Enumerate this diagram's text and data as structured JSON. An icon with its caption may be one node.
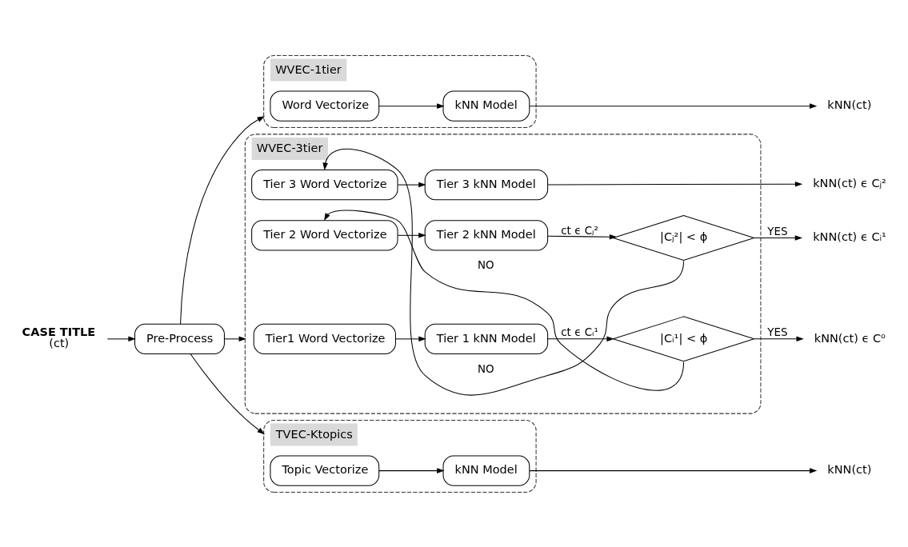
{
  "diagram": {
    "nodes": [
      {
        "text": [
          "CASE TITLE",
          "(ct)"
        ]
      },
      {
        "text": [
          "Pre-Process"
        ]
      },
      {
        "text": [
          "WVEC-1tier"
        ]
      },
      {
        "text": [
          "Word Vectorize"
        ],
        "in": 2
      },
      {
        "text": [
          "kNN Model"
        ],
        "in": 2
      },
      {
        "text": [
          "kNN(ct)"
        ]
      },
      {
        "text": [
          "WVEC-3tier"
        ]
      },
      {
        "text": [
          "Tier1 Word Vectorize"
        ],
        "in": 6
      },
      {
        "text": [
          "Tier 1 kNN Model"
        ],
        "in": 6
      },
      {
        "text": [
          "|Cᵢ¹| < ϕ"
        ],
        "in": 6
      },
      {
        "text": [
          "Tier 2 Word Vectorize"
        ],
        "in": 6
      },
      {
        "text": [
          "Tier 2 kNN Model"
        ],
        "in": 6
      },
      {
        "text": [
          "|Cⱼ²| < ϕ"
        ],
        "in": 6
      },
      {
        "text": [
          "Tier 3 Word Vectorize"
        ],
        "in": 6
      },
      {
        "text": [
          "Tier 3 kNN Model"
        ],
        "in": 6
      },
      {
        "text": [
          "kNN(ct) ϵ C⁰"
        ]
      },
      {
        "text": [
          "kNN(ct) ϵ Cᵢ¹"
        ]
      },
      {
        "text": [
          "kNN(ct) ϵ Cⱼ²"
        ]
      },
      {
        "text": [
          "TVEC-Ktopics"
        ]
      },
      {
        "text": [
          "Topic Vectorize"
        ],
        "in": 18
      },
      {
        "text": [
          "kNN Model"
        ],
        "in": 18
      },
      {
        "text": [
          "kNN(ct)"
        ]
      }
    ],
    "edges": [
      {
        "from": 0,
        "to": 1,
        "arrow": "to"
      },
      {
        "from": 1,
        "to": 2,
        "arrow": "to"
      },
      {
        "from": 1,
        "to": 6,
        "arrow": "to"
      },
      {
        "from": 1,
        "to": 18,
        "arrow": "to"
      },
      {
        "from": 3,
        "to": 4,
        "arrow": "to"
      },
      {
        "from": 4,
        "to": 5,
        "arrow": "to"
      },
      {
        "from": 7,
        "to": 8,
        "arrow": "to"
      },
      {
        "from": 8,
        "to": 9,
        "arrow": "to",
        "label": "ct ϵ Cᵢ¹"
      },
      {
        "from": 9,
        "to": 15,
        "arrow": "to",
        "label": "YES"
      },
      {
        "from": 9,
        "to": 10,
        "arrow": "to",
        "label": "NO"
      },
      {
        "from": 10,
        "to": 11,
        "arrow": "to"
      },
      {
        "from": 11,
        "to": 12,
        "arrow": "to",
        "label": "ct ϵ Cⱼ²"
      },
      {
        "from": 12,
        "to": 16,
        "arrow": "to",
        "label": "YES"
      },
      {
        "from": 12,
        "to": 13,
        "arrow": "to",
        "label": "NO"
      },
      {
        "from": 13,
        "to": 14,
        "arrow": "to"
      },
      {
        "from": 14,
        "to": 17,
        "arrow": "to"
      },
      {
        "from": 19,
        "to": 20,
        "arrow": "to"
      },
      {
        "from": 20,
        "to": 21,
        "arrow": "to"
      }
    ]
  }
}
